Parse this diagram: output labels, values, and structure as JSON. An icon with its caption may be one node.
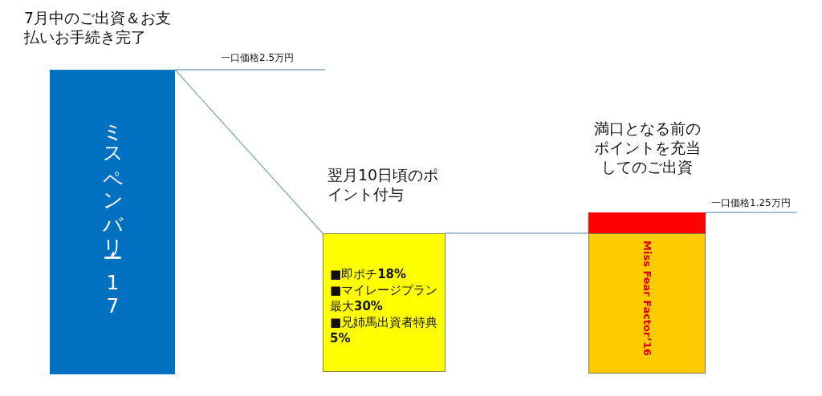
{
  "diagram": {
    "nodes": [
      {
        "text": [
          "7月中のご出資＆お支払いお手続き完了",
          "ミスペンバリー‘17"
        ]
      },
      {
        "text": [
          "翌月10日頃のポイント付与",
          "■即ポチ**18%**",
          "■マイレージプラン最大**30%**",
          "■兄姉馬出資者特典**5%**"
        ]
      },
      {
        "text": [
          "満口となる前のポイントを充当してのご出資",
          "Miss Fear Factor’16"
        ]
      },
      {
        "text": [],
        "shape": "box",
        "in": 2
      }
    ],
    "edges": [
      {
        "from": 0,
        "to": 1,
        "arrow": "none"
      },
      {
        "from": 1,
        "to": 2,
        "arrow": "none"
      }
    ],
    "labels": [
      "一口価格2.5万円",
      "一口価格1.25万円"
    ]
  }
}
